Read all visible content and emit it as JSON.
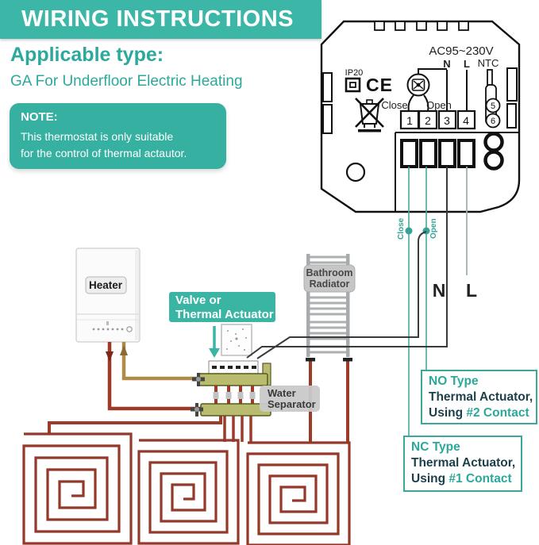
{
  "banner": {
    "title": "WIRING INSTRUCTIONS"
  },
  "intro": {
    "heading": "Applicable type:",
    "subheading": "GA For Underfloor Electric Heating"
  },
  "note": {
    "title": "NOTE:",
    "line1": "This thermostat is only suitable",
    "line2": "for the control of thermal actautor."
  },
  "thermostat": {
    "power_rating": "AC95~230V",
    "neutral": "N",
    "live": "L",
    "sensor": "NTC",
    "ingress_rating": "IP20",
    "ce_mark": "CE",
    "close": "Close",
    "open": "Open",
    "terminals": [
      "1",
      "2",
      "3",
      "4"
    ],
    "sensor_terminals": [
      "5",
      "6"
    ]
  },
  "wiring": {
    "close_wire": "Close",
    "open_wire": "Open",
    "neutral_label": "N",
    "live_label": "L"
  },
  "equipment": {
    "heater": "Heater",
    "valve_actuator_line1": "Valve or",
    "valve_actuator_line2": "Thermal Actuator",
    "radiator_line1": "Bathroom",
    "radiator_line2": "Radiator",
    "separator_line1": "Water",
    "separator_line2": "Separator"
  },
  "callouts": {
    "no_type": {
      "title": "NO Type",
      "subtitle": "Thermal Actuator,",
      "using": "Using ",
      "contact": "#2 Contact"
    },
    "nc_type": {
      "title": "NC Type",
      "subtitle": "Thermal Actuator,",
      "using": "Using ",
      "contact": "#1 Contact"
    }
  },
  "colors": {
    "teal_banner": "#3cb6a6",
    "teal_text": "#2ca99b",
    "wire_teal": "#4aa99c",
    "wire_black": "#3a3a3a",
    "pipe_red": "#9e3a28",
    "pipe_tan": "#b08a47",
    "coil": "#94392a",
    "dark_text": "#1c3f4a"
  }
}
